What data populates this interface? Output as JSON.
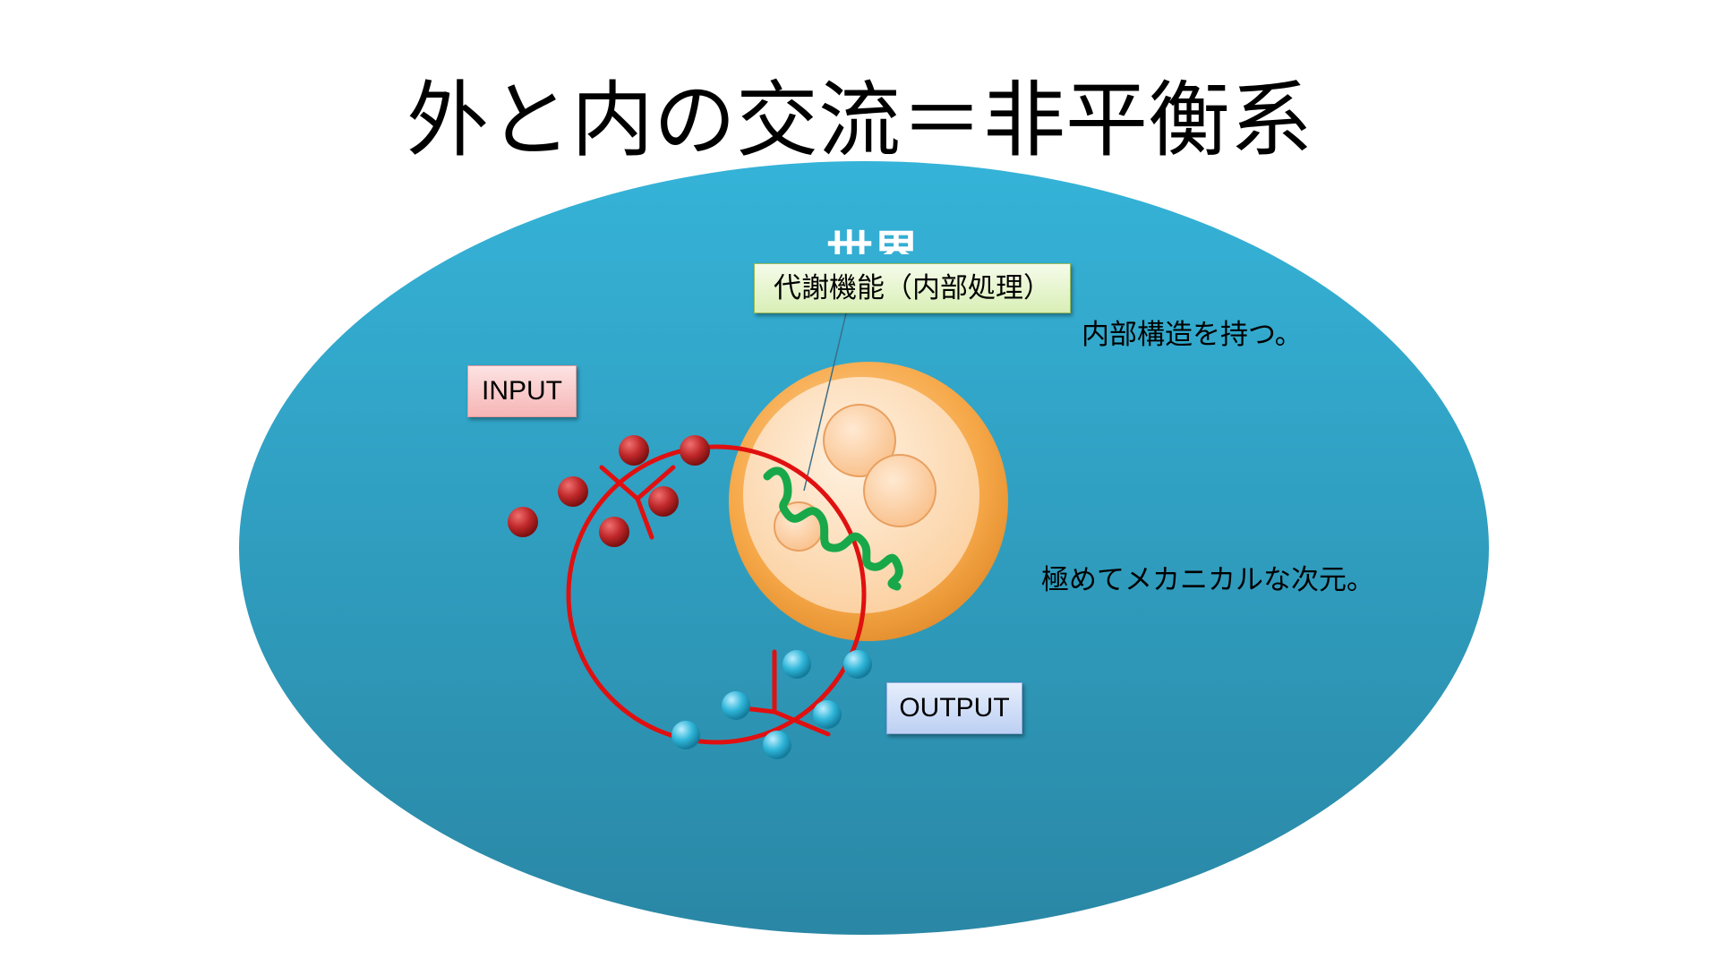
{
  "slide": {
    "title": "外と内の交流＝非平衡系",
    "world_label": "世界",
    "callout_label": "代謝機能（内部処理）",
    "input_label": "INPUT",
    "output_label": "OUTPUT",
    "note_structure": "内部構造を持つ。",
    "note_mechanical": "極めてメカニカルな次元。"
  },
  "colors": {
    "world_ellipse": "#2f9fc4",
    "boundary_circle": "#e01010",
    "input_particles": "#c0282a",
    "output_particles": "#2fb6d9",
    "organelle_outer": "#f4a040",
    "organelle_inner": "#fcd9b2",
    "wave": "#18a84a"
  }
}
